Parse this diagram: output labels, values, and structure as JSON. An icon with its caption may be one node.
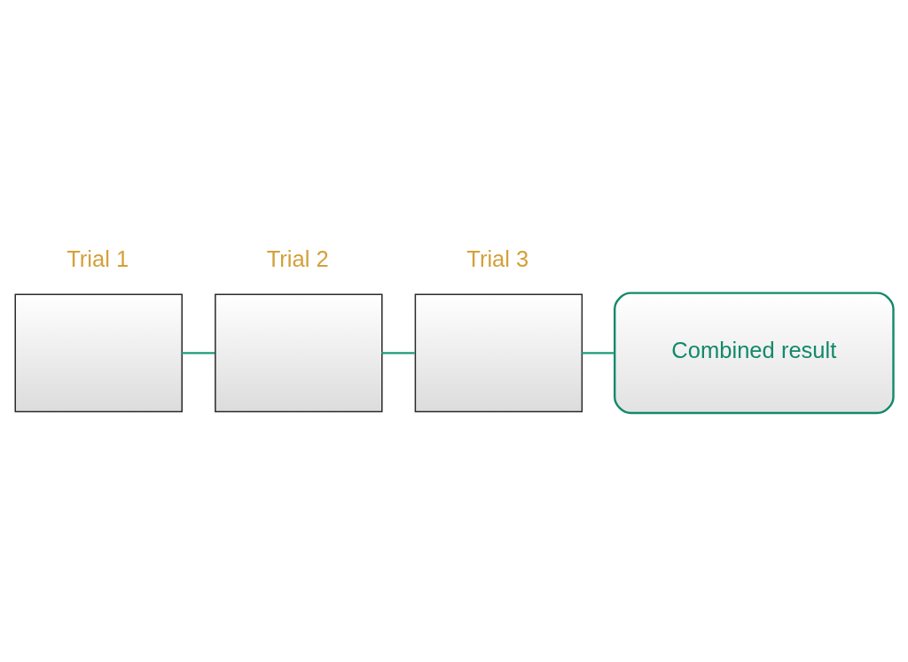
{
  "diagram": {
    "nodes": [
      {
        "text": [
          "Trial 1"
        ]
      },
      {
        "text": [
          "Trial 2"
        ]
      },
      {
        "text": [
          "Trial 3"
        ]
      },
      {
        "text": [
          "Combined result"
        ]
      }
    ],
    "edges": [
      {
        "from": 0,
        "to": 1,
        "arrow": "none"
      },
      {
        "from": 1,
        "to": 2,
        "arrow": "none"
      },
      {
        "from": 2,
        "to": 3,
        "arrow": "none"
      }
    ]
  }
}
